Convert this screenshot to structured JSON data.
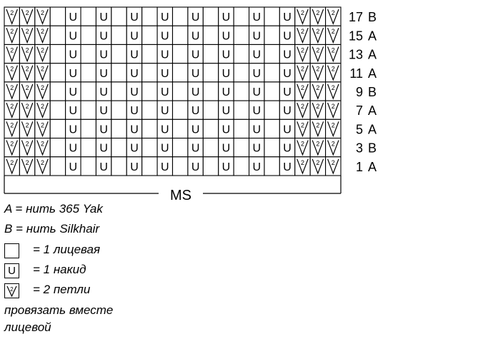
{
  "chart": {
    "columns": [
      "k2tog",
      "k2tog",
      "k2tog",
      "k",
      "yo",
      "k",
      "yo",
      "k",
      "yo",
      "k",
      "yo",
      "k",
      "yo",
      "k",
      "yo",
      "k",
      "yo",
      "k",
      "yo",
      "k2tog",
      "k2tog",
      "k2tog"
    ],
    "rows": [
      {
        "number": "17",
        "yarn": "B"
      },
      {
        "number": "15",
        "yarn": "A"
      },
      {
        "number": "13",
        "yarn": "A"
      },
      {
        "number": "11",
        "yarn": "A"
      },
      {
        "number": "9",
        "yarn": "B"
      },
      {
        "number": "7",
        "yarn": "A"
      },
      {
        "number": "5",
        "yarn": "A"
      },
      {
        "number": "3",
        "yarn": "B"
      },
      {
        "number": "1",
        "yarn": "A"
      }
    ],
    "yo_symbol": "U",
    "dec_mark": "2",
    "repeat_label": "MS"
  },
  "legend": {
    "yarn_a": "A = нить 365 Yak",
    "yarn_b": "B = нить Silkhair",
    "knit_label": "= 1 лицевая",
    "yo_label": "= 1 накид",
    "dec_label": "= 2 петли",
    "dec_note_1": "провязать вместе",
    "dec_note_2": "лицевой"
  }
}
